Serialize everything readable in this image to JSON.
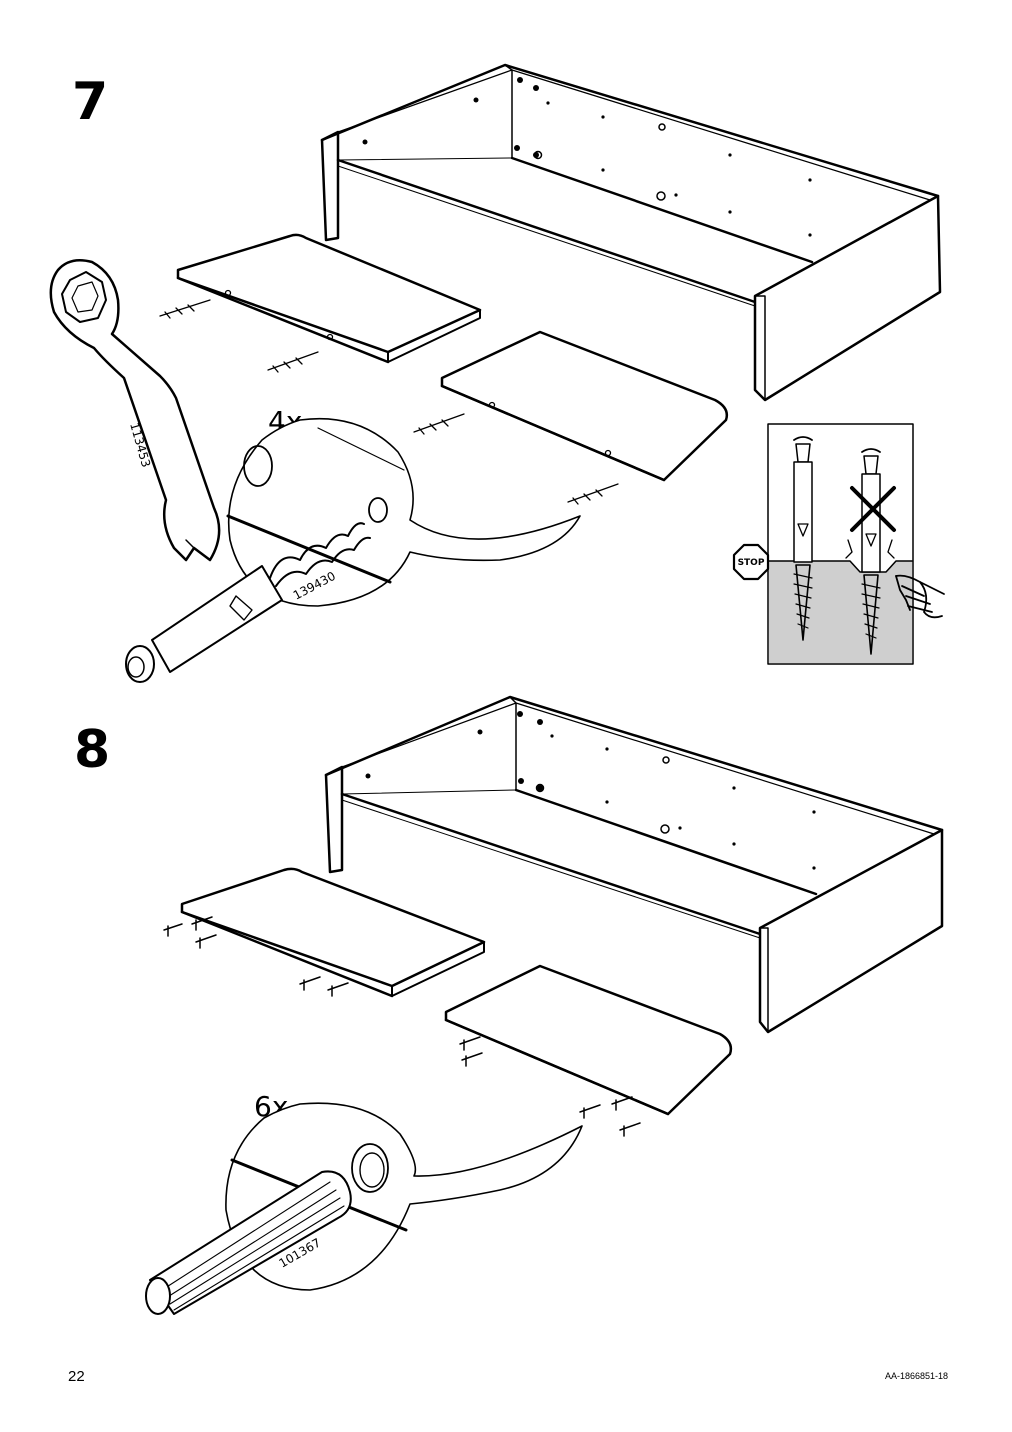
{
  "steps": [
    {
      "number": "7",
      "quantity": "4x",
      "tool_part_number": "113453",
      "part_number": "139430",
      "warning_sign": "STOP"
    },
    {
      "number": "8",
      "quantity": "6x",
      "part_number": "101367"
    }
  ],
  "footer": {
    "page_number": "22",
    "document_code": "AA-1866851-18"
  }
}
